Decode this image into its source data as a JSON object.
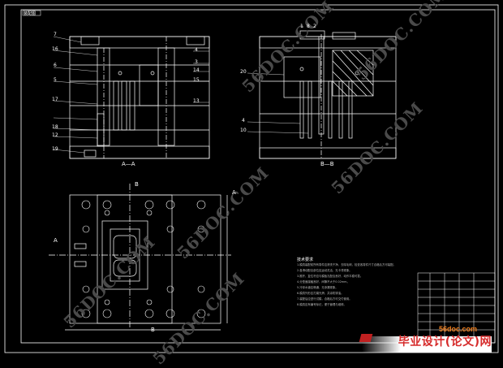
{
  "drawing": {
    "stamp_text": "装配图",
    "section_labels": {
      "aa": "A—A",
      "bb": "B—B",
      "a_top": "A",
      "a_left": "A",
      "b_top": "B",
      "b_bottom": "B"
    },
    "part_callouts_left": [
      "7",
      "16",
      "6",
      "5",
      "17",
      "18",
      "12",
      "19"
    ],
    "part_callouts_right": [
      "4",
      "3",
      "14",
      "15",
      "13"
    ],
    "part_callouts_bb_top": [
      "1",
      "8",
      "2"
    ],
    "part_callouts_bb_left": [
      "20",
      "4",
      "10"
    ],
    "notes_title": "技术要求",
    "notes": [
      "1.模具装配前所有零件应清洗干净，去除毛刺，检查各零件尺寸合格后方可装配。",
      "2.各滑动配合部位应运动灵活，无卡滞现象。",
      "3.推杆、复位杆应与模板孔配合良好，动作平稳可靠。",
      "4.分型面接触良好，间隙不大于0.02mm。",
      "5.冷却水道应畅通，无渗漏现象。",
      "6.模具外形应打磨光滑，并涂防锈油。",
      "7.装配后应进行试模，合格后方可交付使用。",
      "8.模具应有编号标记，便于管理与维修。"
    ]
  },
  "watermarks": [
    "56DOC.COM",
    "56DOC.COM",
    "56DOC.COM",
    "56DOC.COM",
    "56DOC.COM",
    "56DOC.COM"
  ],
  "logo": {
    "site": "56doc.com",
    "text": "毕业设计(论文)网"
  },
  "colors": {
    "background": "#000000",
    "lines": "#ffffff",
    "watermark": "#4a4a4a",
    "logo_red": "#d62b2b",
    "logo_orange": "#f08020"
  }
}
